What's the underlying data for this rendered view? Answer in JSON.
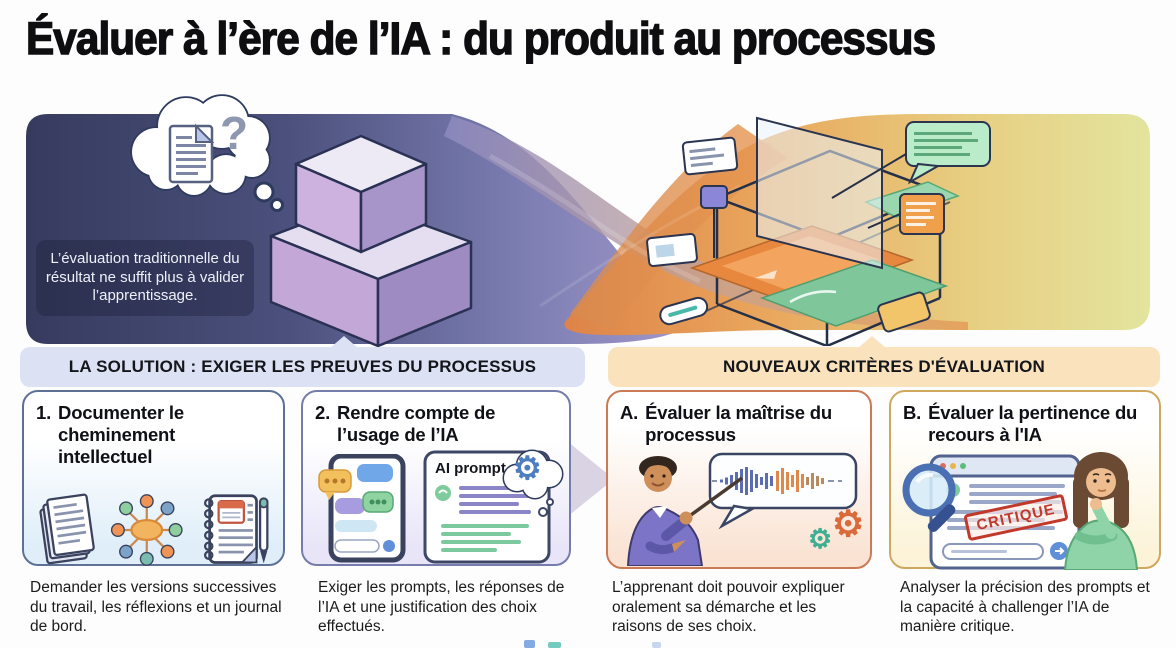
{
  "title": "Évaluer à l’ère de l’IA : du produit au processus",
  "problem": {
    "caption": "L’évaluation traditionnelle du résultat ne suffit plus à valider l’apprentissage.",
    "question_mark": "?"
  },
  "solution": {
    "header": "LA SOLUTION : EXIGER LES PREUVES DU PROCESSUS",
    "cards": [
      {
        "prefix": "1.",
        "title": "Documenter le cheminement intellectuel",
        "caption": "Demander les versions successives du travail, les réflexions et un journal de bord.",
        "icons": [
          "document-stack-icon",
          "mind-map-icon",
          "journal-calendar-pen-icon"
        ]
      },
      {
        "prefix": "2.",
        "title": "Rendre compte de l’usage de l’IA",
        "caption": "Exiger les prompts, les réponses de l’IA et une justification des choix effectués.",
        "window_label": "AI prompt",
        "icons": [
          "chat-phone-icon",
          "ai-prompt-window-icon",
          "cloud-gear-icon"
        ]
      }
    ]
  },
  "criteria": {
    "header": "NOUVEAUX CRITÈRES D'ÉVALUATION",
    "cards": [
      {
        "prefix": "A.",
        "title": "Évaluer la maîtrise du processus",
        "caption": "L’apprenant doit pouvoir expliquer oralement sa démarche et les raisons de ses choix.",
        "icons": [
          "presenter-icon",
          "speech-waveform-icon",
          "gears-icon"
        ]
      },
      {
        "prefix": "B.",
        "title": "Évaluer la pertinence du recours à l'IA",
        "caption": "Analyser la précision des prompts et la capacité à challenger l’IA de manière critique.",
        "stamp": "CRITIQUE",
        "icons": [
          "magnifier-icon",
          "browser-critique-icon",
          "thinking-person-icon"
        ]
      }
    ]
  },
  "glyphs": {
    "gear": "⚙"
  },
  "colors": {
    "band_left_start": "#363b5e",
    "band_left_end": "#9e95c8",
    "band_right_start": "#de8348",
    "band_right_end": "#e3e49e",
    "solution_panel": "#dce2f3",
    "criteria_panel": "#fae2bd",
    "card1_border": "#5e7195",
    "card2_border": "#767cab",
    "cardA_border": "#cc7a56",
    "cardB_border": "#cfa85e",
    "stamp_red": "#c0392b"
  }
}
